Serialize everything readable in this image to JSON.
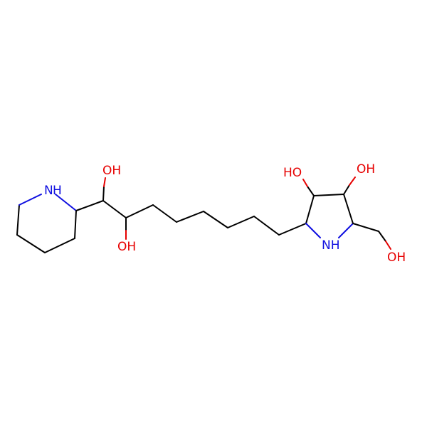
{
  "colors": {
    "background": "#ffffff",
    "carbon": "#000000",
    "oxygen": "#e60000",
    "nitrogen": "#1010e0"
  },
  "atoms": {
    "piperidine_n": {
      "text": "N"
    },
    "piperidine_nh": {
      "text": "H"
    },
    "oh_c1": {
      "text": "OH"
    },
    "oh_c2": {
      "text": "OH"
    },
    "oh_ring_left": {
      "text": "HO"
    },
    "oh_ring_right": {
      "text": "OH"
    },
    "pyrrolidine_nh": {
      "text": "NH"
    },
    "oh_hydroxymethyl": {
      "text": "OH"
    }
  }
}
